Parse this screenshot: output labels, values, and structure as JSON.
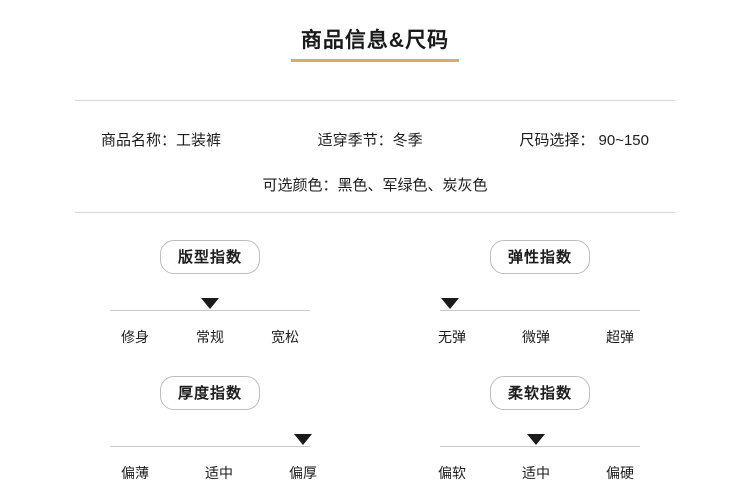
{
  "title": "商品信息&尺码",
  "title_underline_color": "#d9ab6a",
  "info": {
    "row1": [
      "商品名称：工装裤",
      "适穿季节：冬季",
      "尺码选择： 90~150"
    ],
    "row2": [
      "可选颜色：黑色、军绿色、炭灰色"
    ]
  },
  "gauges": [
    {
      "label": "版型指数",
      "ticks": [
        "修身",
        "常规",
        "宽松"
      ],
      "selected_index": 1
    },
    {
      "label": "弹性指数",
      "ticks": [
        "无弹",
        "微弹",
        "超弹"
      ],
      "selected_index": 0
    },
    {
      "label": "厚度指数",
      "ticks": [
        "偏薄",
        "适中",
        "偏厚"
      ],
      "selected_index": 2
    },
    {
      "label": "柔软指数",
      "ticks": [
        "偏软",
        "适中",
        "偏硬"
      ],
      "selected_index": 1
    }
  ]
}
